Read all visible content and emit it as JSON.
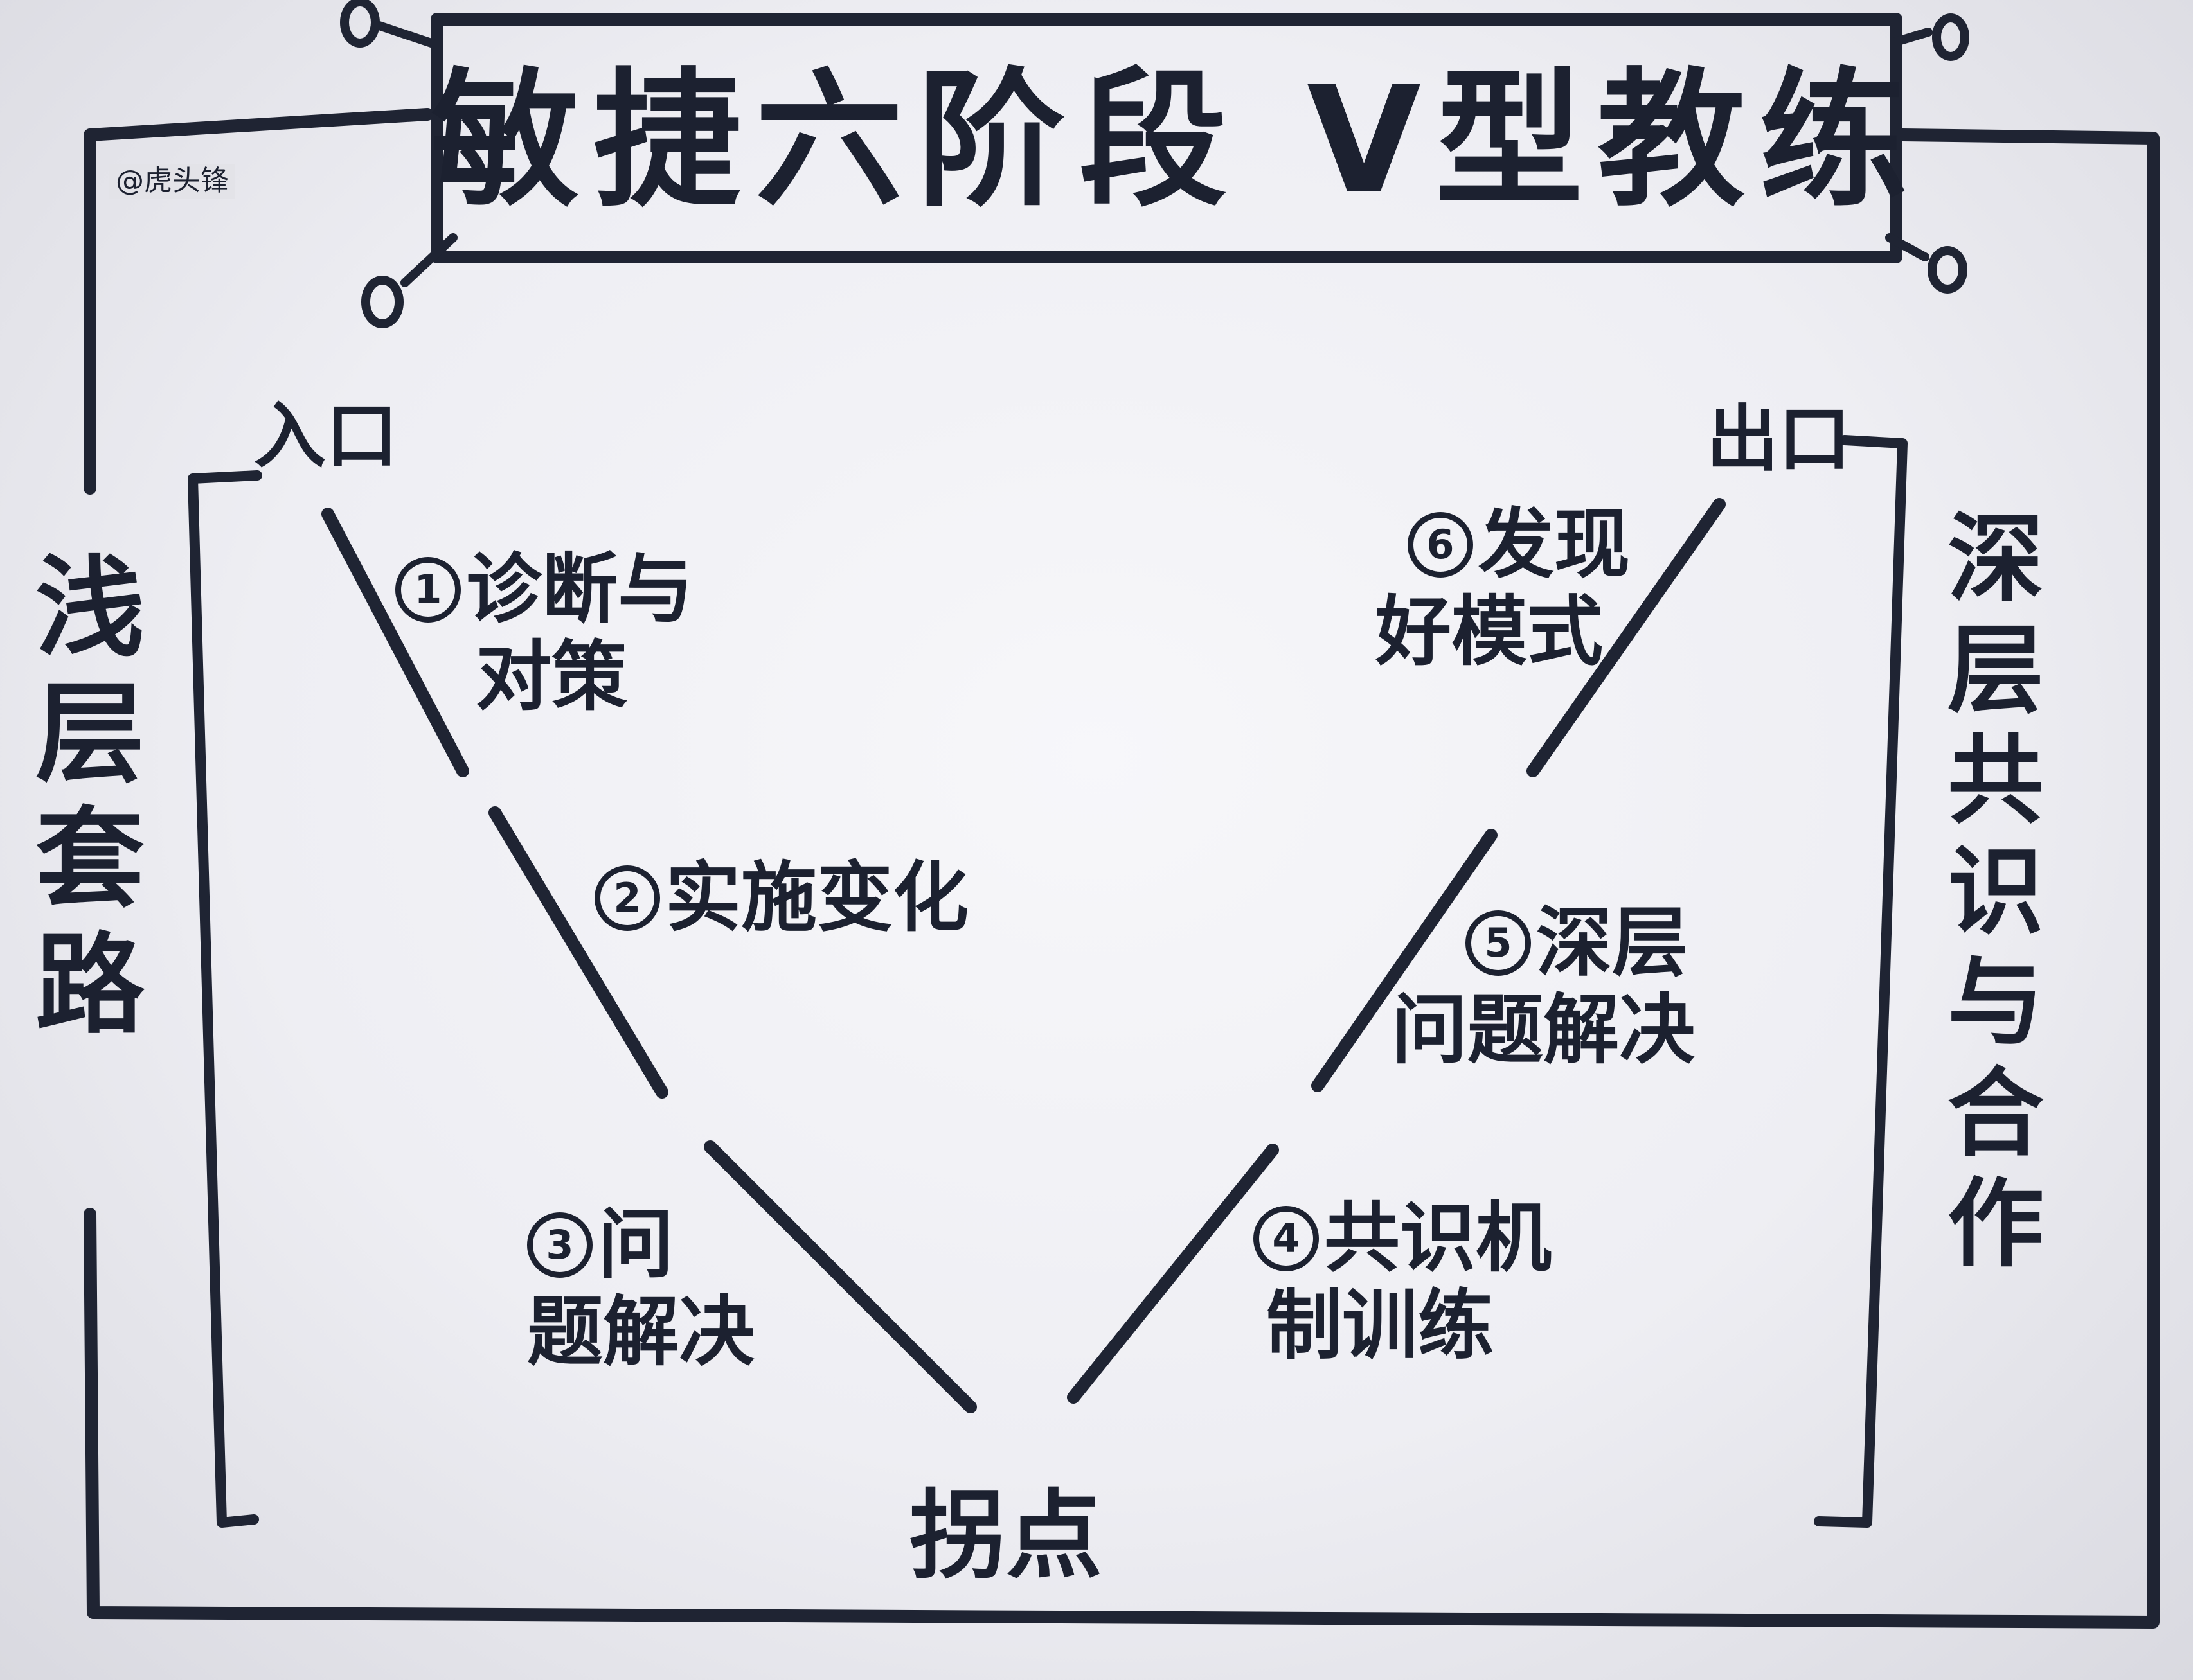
{
  "title": "敏捷六阶段 V型教练",
  "watermark": "@虎头锋",
  "entry_label": "入口",
  "exit_label": "出口",
  "pivot_label": "拐点",
  "left_side_label": [
    "浅",
    "层",
    "套",
    "路"
  ],
  "right_side_label": [
    "深",
    "层",
    "共",
    "识",
    "与",
    "合",
    "作"
  ],
  "steps": [
    {
      "number": "1",
      "line1": "诊断与",
      "line2": "对策"
    },
    {
      "number": "2",
      "line1": "实施变化",
      "line2": ""
    },
    {
      "number": "3",
      "line1": "问",
      "line2": "题解决"
    },
    {
      "number": "4",
      "line1": "共识机",
      "line2": "制训练"
    },
    {
      "number": "5",
      "line1": "深层",
      "line2": "问题解决"
    },
    {
      "number": "6",
      "line1": "发现",
      "line2": "好模式"
    }
  ],
  "colors": {
    "ink": "#1f2433",
    "paper": "#f4f4f7"
  }
}
